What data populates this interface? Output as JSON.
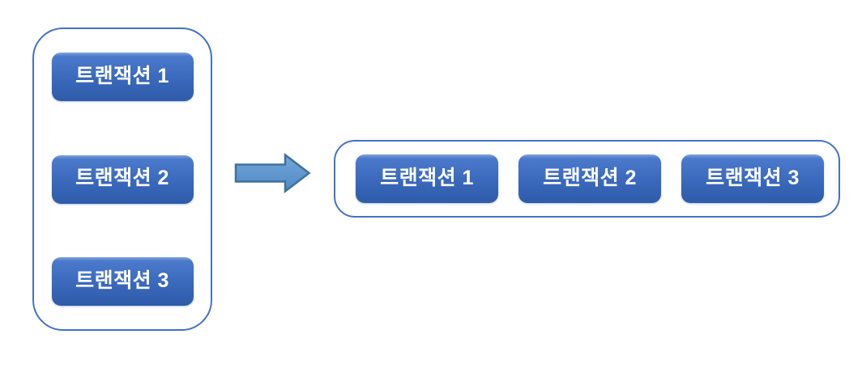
{
  "colors": {
    "background": "#FFFFFF",
    "container_border": "#4472C4",
    "box_highlight": "#7FA4DE",
    "box_top": "#4B79CB",
    "box_mid": "#3A68BB",
    "box_bottom": "#2E5BA9",
    "box_text": "#FFFFFF",
    "arrow_fill_top": "#74A7DA",
    "arrow_fill_bottom": "#5089C4",
    "arrow_border": "#41719C"
  },
  "left_group": {
    "name": "serial-transactions",
    "items": [
      {
        "label": "트랜잭션 1"
      },
      {
        "label": "트랜잭션 2"
      },
      {
        "label": "트랜잭션 3"
      }
    ]
  },
  "arrow": {
    "icon": "block-right-arrow"
  },
  "right_group": {
    "name": "batched-transactions",
    "items": [
      {
        "label": "트랜잭션 1"
      },
      {
        "label": "트랜잭션 2"
      },
      {
        "label": "트랜잭션 3"
      }
    ]
  }
}
